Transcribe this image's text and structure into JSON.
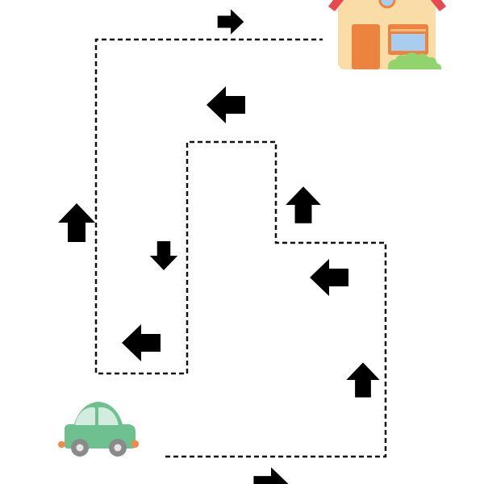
{
  "colors": {
    "background": "#ffffff",
    "route": "#111111",
    "arrow": "#000000",
    "car_body": "#6ec08f",
    "car_window": "#d3ece0",
    "car_wheel": "#8a8a8a",
    "car_light": "#f08a4b",
    "house_wall": "#f9dca6",
    "house_roof": "#e8484f",
    "house_door": "#ec8440",
    "house_window_frame": "#ec8440",
    "house_window": "#a9cdee",
    "bush": "#8fd46c"
  },
  "start_icon": "car-icon",
  "goal_icon": "house-icon",
  "arrows": [
    {
      "id": "top-right",
      "direction": "right"
    },
    {
      "id": "upper-left",
      "direction": "left"
    },
    {
      "id": "left-up",
      "direction": "up"
    },
    {
      "id": "inner-down",
      "direction": "down"
    },
    {
      "id": "lower-left",
      "direction": "left"
    },
    {
      "id": "center-up",
      "direction": "up"
    },
    {
      "id": "middle-left",
      "direction": "left"
    },
    {
      "id": "lower-right-up",
      "direction": "up"
    },
    {
      "id": "bottom-right",
      "direction": "right"
    }
  ]
}
